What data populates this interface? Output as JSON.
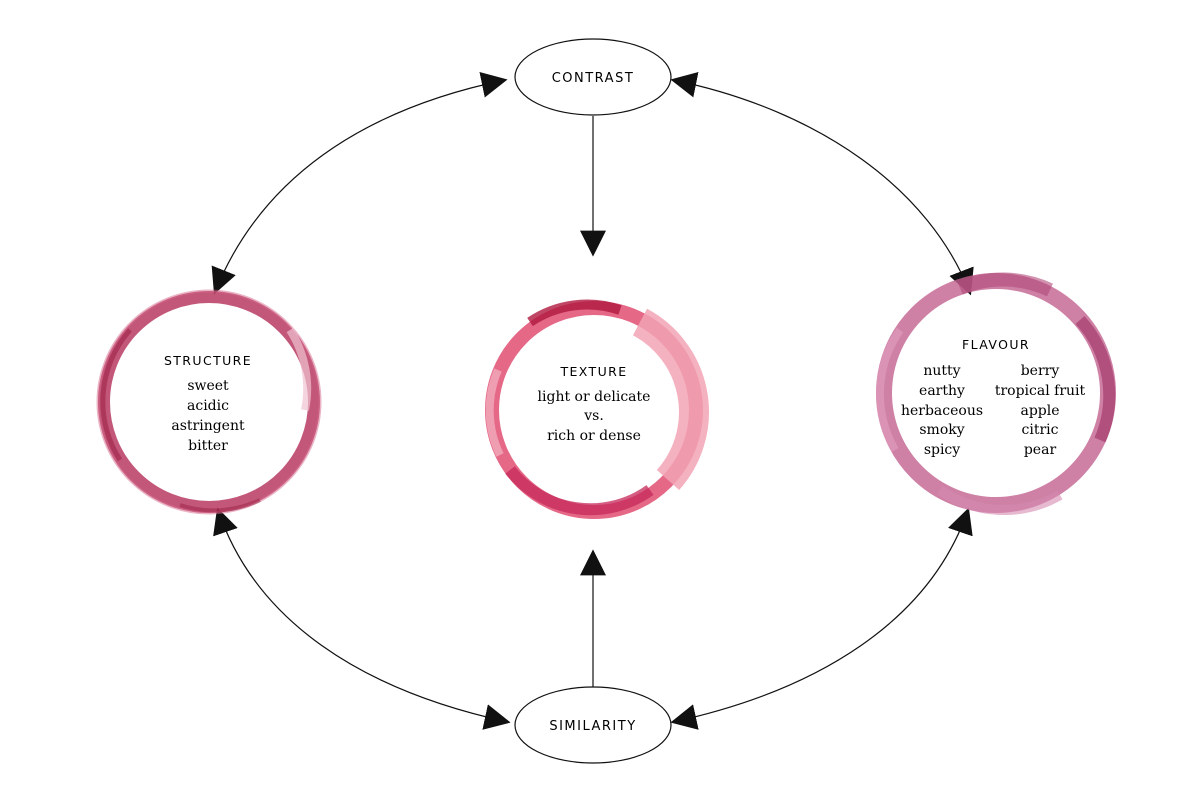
{
  "nodes": {
    "contrast": "CONTRAST",
    "similarity": "SIMILARITY"
  },
  "structure": {
    "title": "STRUCTURE",
    "items": [
      "sweet",
      "acidic",
      "astringent",
      "bitter"
    ]
  },
  "texture": {
    "title": "TEXTURE",
    "lines": [
      "light or delicate",
      "vs.",
      "rich or dense"
    ]
  },
  "flavour": {
    "title": "FLAVOUR",
    "left_items": [
      "nutty",
      "earthy",
      "herbaceous",
      "smoky",
      "spicy"
    ],
    "right_items": [
      "berry",
      "tropical fruit",
      "apple",
      "citric",
      "pear"
    ]
  },
  "colors": {
    "structure_ring": "#b83a62",
    "texture_ring": "#d8345e",
    "texture_ring_light": "#f2a3b4",
    "flavour_ring": "#b2497a",
    "arrow": "#111111"
  }
}
